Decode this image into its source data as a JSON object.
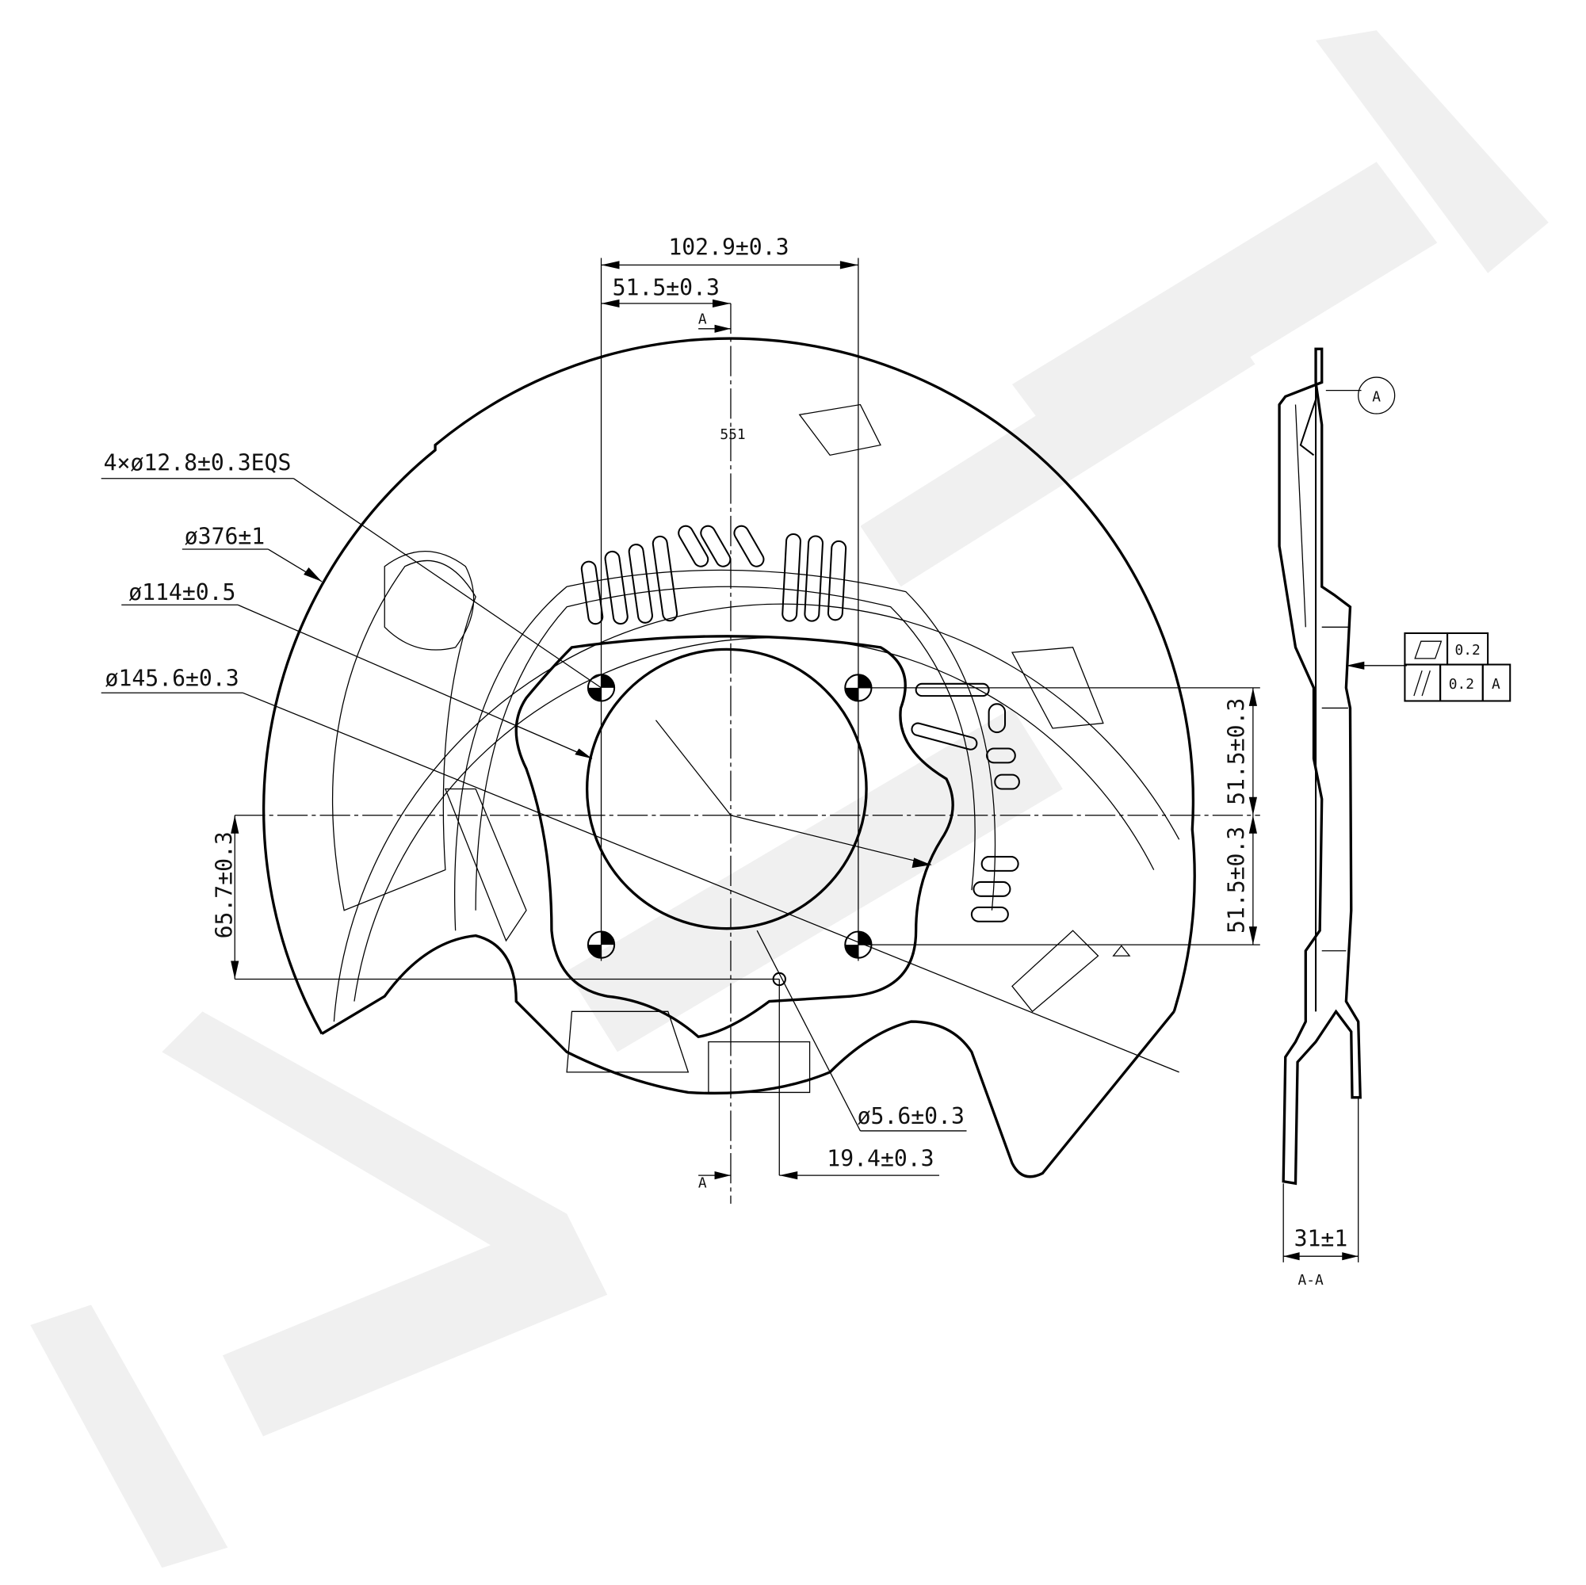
{
  "drawing": {
    "dimensions": {
      "bolt_spacing_horizontal": "102.9±0.3",
      "bolt_offset_horizontal": "51.5±0.3",
      "section_marker_top": "A",
      "center_label": "551",
      "bolt_holes": "4×ø12.8±0.3EQS",
      "outer_diameter": "ø376±1",
      "hub_diameter": "ø114±0.5",
      "flange_diameter": "ø145.6±0.3",
      "vertical_offset_left": "65.7±0.3",
      "bolt_offset_vertical_upper": "51.5±0.3",
      "bolt_offset_vertical_lower": "51.5±0.3",
      "pin_hole": "ø5.6±0.3",
      "pin_offset": "19.4±0.3",
      "section_marker_bottom": "A",
      "depth": "31±1",
      "section_label": "A-A"
    },
    "datum": "A",
    "tolerance_frame": {
      "flatness_value": "0.2",
      "parallelism_value": "0.2",
      "parallelism_datum": "A"
    },
    "colors": {
      "line": "#000000",
      "watermark": "#f0f0f0"
    }
  }
}
